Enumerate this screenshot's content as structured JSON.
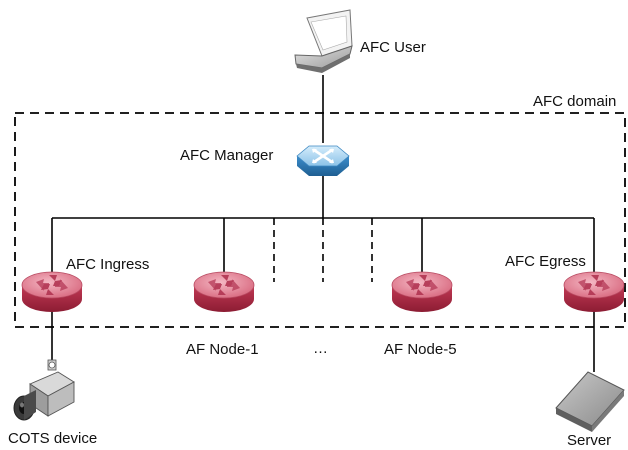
{
  "diagram": {
    "domain_label": "AFC domain",
    "user_label": "AFC User",
    "manager_label": "AFC Manager",
    "ingress_label": "AFC Ingress",
    "egress_label": "AFC Egress",
    "node1_label": "AF Node-1",
    "node5_label": "AF Node-5",
    "ellipsis_label": "…",
    "cots_label": "COTS device",
    "server_label": "Server"
  },
  "icons": {
    "user": "laptop-icon",
    "manager": "switch-icon",
    "router": "router-icon",
    "cots": "camera-icon",
    "server": "server-icon"
  },
  "colors": {
    "router_top": "#e58a9c",
    "router_side": "#a3253e",
    "manager_top": "#a8d4f0",
    "manager_side": "#2f79b5",
    "domain_border": "#000000"
  }
}
